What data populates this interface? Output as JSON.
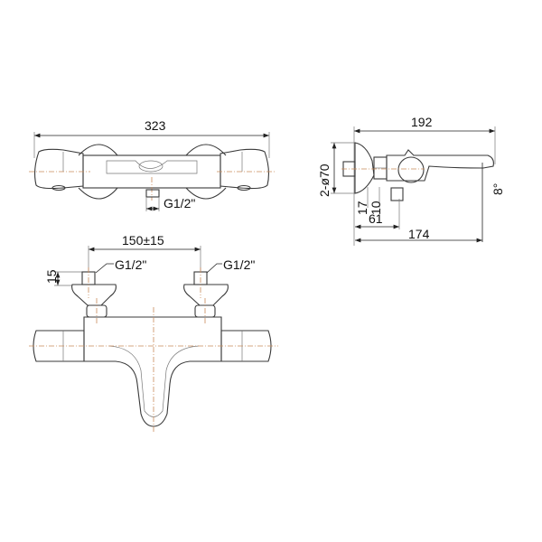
{
  "top_view": {
    "width_dim": "323",
    "inlet_label": "G1/2\""
  },
  "side_view": {
    "depth_dim": "192",
    "diameter_dim": "2-ø70",
    "height_dim_a": "17",
    "height_dim_b": "10",
    "offset_dim": "61",
    "spout_dim": "174",
    "angle_dim": "8°"
  },
  "front_view": {
    "spacing_dim": "150±15",
    "stub_dim": "15",
    "left_inlet_label": "G1/2\"",
    "right_inlet_label": "G1/2\""
  }
}
